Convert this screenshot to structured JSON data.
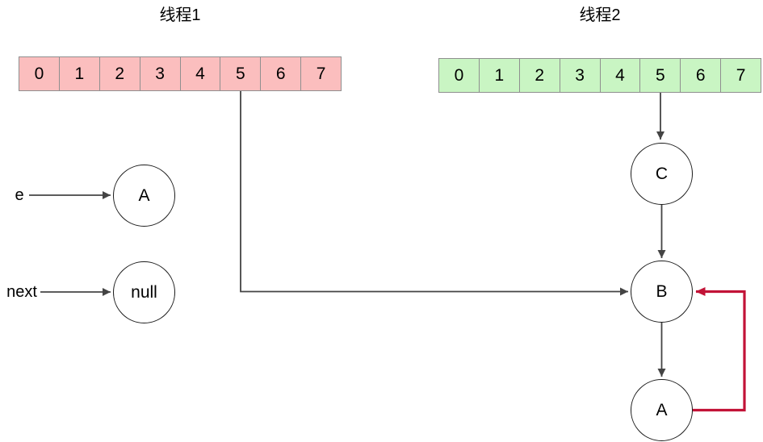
{
  "thread1": {
    "title": "线程1",
    "cells": [
      "0",
      "1",
      "2",
      "3",
      "4",
      "5",
      "6",
      "7"
    ],
    "pointer_e_label": "e",
    "pointer_next_label": "next",
    "node_a_label": "A",
    "node_null_label": "null",
    "array_fill": "#fbbebe"
  },
  "thread2": {
    "title": "线程2",
    "cells": [
      "0",
      "1",
      "2",
      "3",
      "4",
      "5",
      "6",
      "7"
    ],
    "node_c_label": "C",
    "node_b_label": "B",
    "node_a_label": "A",
    "array_fill": "#c9f5c3"
  },
  "colors": {
    "wire": "#444444",
    "cycle_arrow": "#c21337",
    "array_border": "#8f8f8f",
    "node_border": "#1a1a1a",
    "background": "#ffffff"
  }
}
